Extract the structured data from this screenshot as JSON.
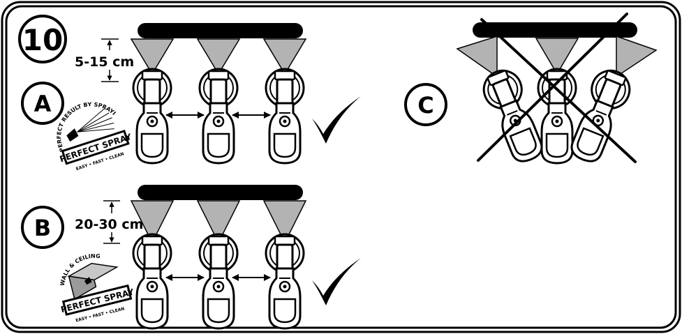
{
  "step": {
    "number": "10"
  },
  "panels": {
    "a": {
      "label": "A",
      "distance": "5-15 cm"
    },
    "b": {
      "label": "B",
      "distance": "20-30 cm"
    },
    "c": {
      "label": "C"
    }
  },
  "badges": {
    "a": {
      "arc_text": "PERFECT RESULT BY SPRAYING !",
      "main_text": "PERFECT SPRAY",
      "tagline": "EASY • FAST • CLEAN"
    },
    "b": {
      "arc_text": "WALL & CEILING",
      "main_text": "PERFECT SPRAY",
      "tagline": "EASY • FAST • CLEAN"
    }
  },
  "colors": {
    "ink": "#000000",
    "spray": "#b3b3b3",
    "background": "#ffffff"
  }
}
